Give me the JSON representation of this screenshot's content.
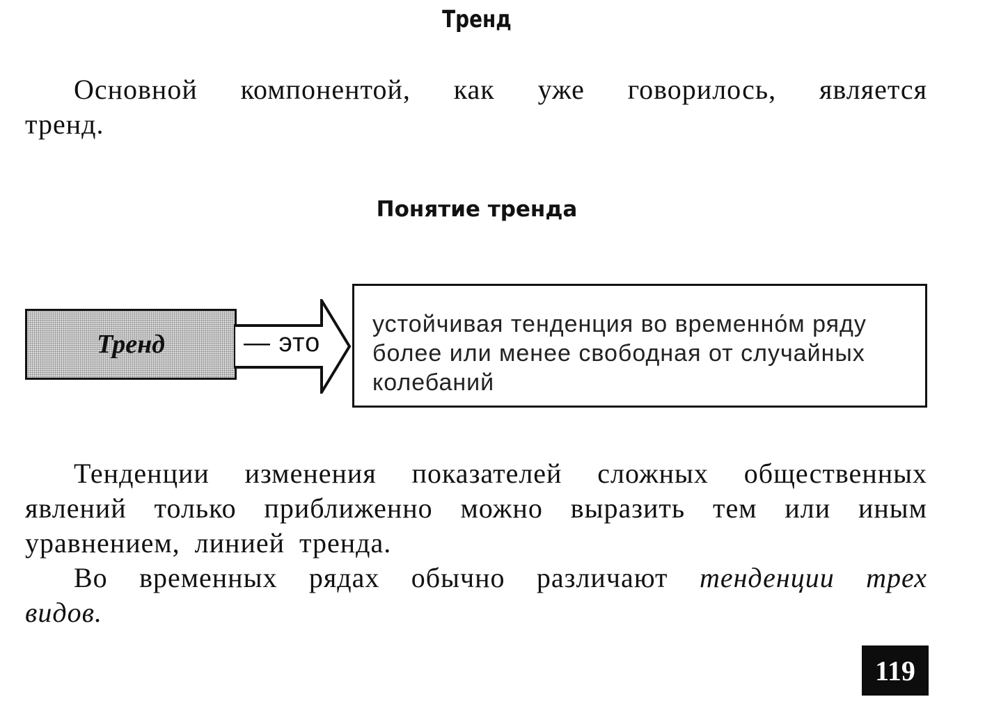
{
  "heading": "Тренд",
  "paragraph1": "Основной компонентой, как уже говорилось, является тренд.",
  "subheading": "Понятие тренда",
  "diagram": {
    "term": "Тренд",
    "connector": "— это",
    "definition": "устойчивая тенденция во временно́м ряду более или менее свободная от случайных колебаний"
  },
  "paragraph2": "Тенденции изменения показателей сложных общественных явлений только приближенно можно выразить тем или иным уравнением, линией тренда.",
  "paragraph3": {
    "text": "Во временных рядах обычно различают ",
    "emphasis": "тенденции трех видов."
  },
  "page_number": "119"
}
